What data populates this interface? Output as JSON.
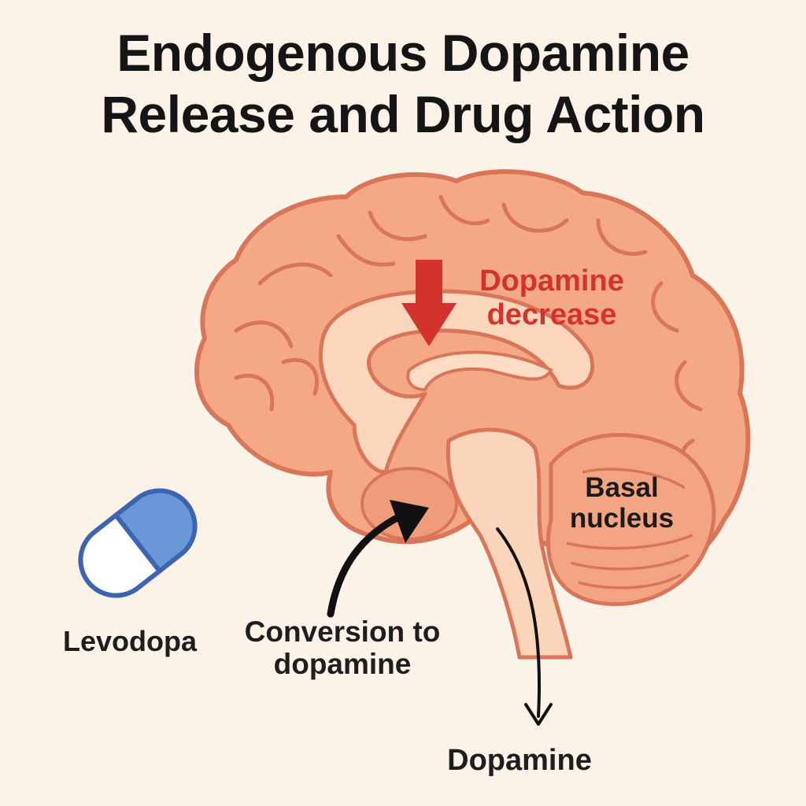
{
  "diagram": {
    "title_line1": "Endogenous Dopamine",
    "title_line2": "Release and Drug Action",
    "labels": {
      "dopamine_decrease": "Dopamine decrease",
      "basal_nucleus": "Basal nucleus",
      "levodopa": "Levodopa",
      "conversion": "Conversion to dopamine",
      "dopamine": "Dopamine"
    },
    "icons": {
      "brain": "brain-icon",
      "pill": "capsule-pill-icon",
      "down_arrow": "red-down-arrow-icon",
      "curved_arrow": "curved-arrow-icon",
      "output_arrow": "down-arrow-icon"
    },
    "colors": {
      "background": "#fcf3e8",
      "brain_fill": "#f4a886",
      "brain_outline": "#d9765a",
      "inner_fill": "#fbd6bd",
      "highlight_red": "#d4322c",
      "pill_blue": "#6a97d8",
      "pill_outline": "#3c64b1"
    }
  }
}
